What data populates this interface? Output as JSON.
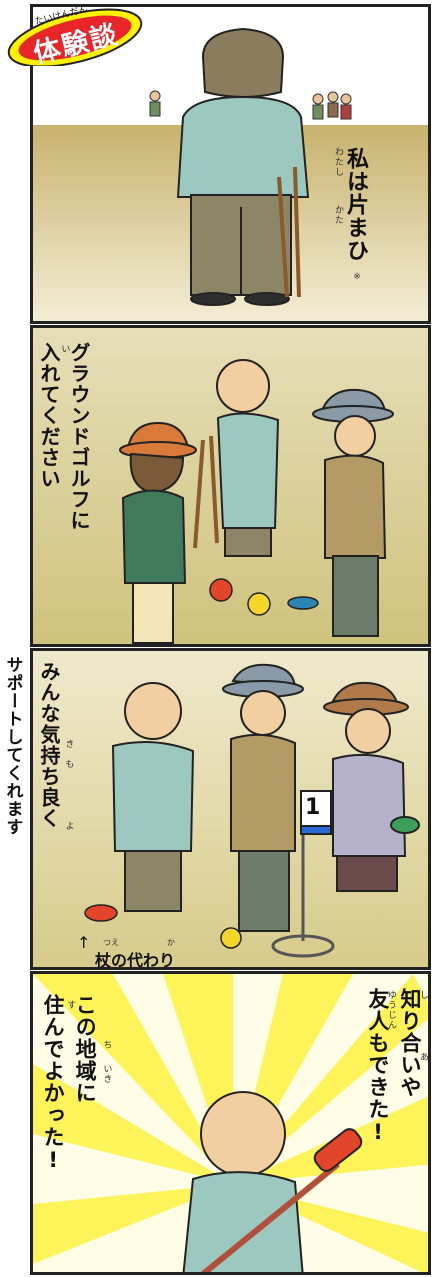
{
  "badge": {
    "label": "体験談",
    "ruby": "たいけんだん"
  },
  "panel1": {
    "text": "私は片まひ",
    "ruby_watashi": "わたし",
    "ruby_kata": "かた",
    "note_mark": "※"
  },
  "panel2": {
    "text_col1": "グラウンドゴルフに",
    "text_col2": "入れてください",
    "ruby_i": "い"
  },
  "side_text": "サポートしてくれます",
  "panel3": {
    "text": "みんな気持ち良く",
    "ruby_ki": "き",
    "ruby_mo": "も",
    "ruby_yo": "よ",
    "flag_number": "1",
    "caption": "杖の代わり",
    "caption_ruby_tsue": "つえ",
    "caption_ruby_ka": "か"
  },
  "panel4": {
    "right_col1": "知り合いや",
    "right_col2": "友人もできた!",
    "left_col1": "この地域に",
    "left_col2": "住んでよかった!",
    "ruby_shi": "し",
    "ruby_a": "あ",
    "ruby_yuujin": "ゆうじん",
    "ruby_chi": "ち",
    "ruby_iki": "いき",
    "ruby_su": "す"
  },
  "colors": {
    "badge_red": "#e8262a",
    "badge_yellow": "#fff200",
    "burst_yellow": "#fff35a"
  }
}
